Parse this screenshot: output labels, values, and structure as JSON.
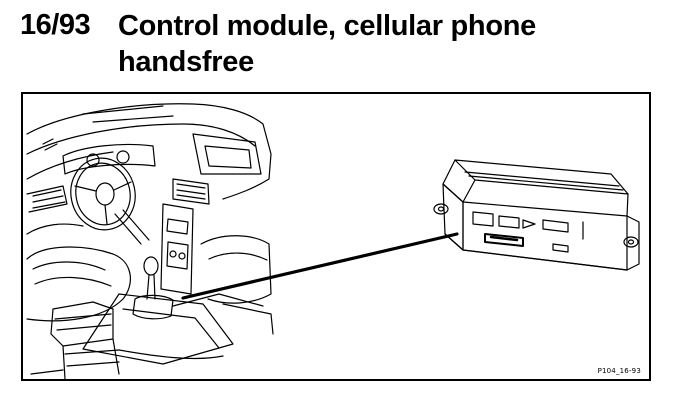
{
  "heading": {
    "number": "16/93",
    "title": "Control module, cellular phone handsfree"
  },
  "figure": {
    "code": "P104_16-93",
    "line_color": "#000000",
    "background_color": "#ffffff"
  }
}
